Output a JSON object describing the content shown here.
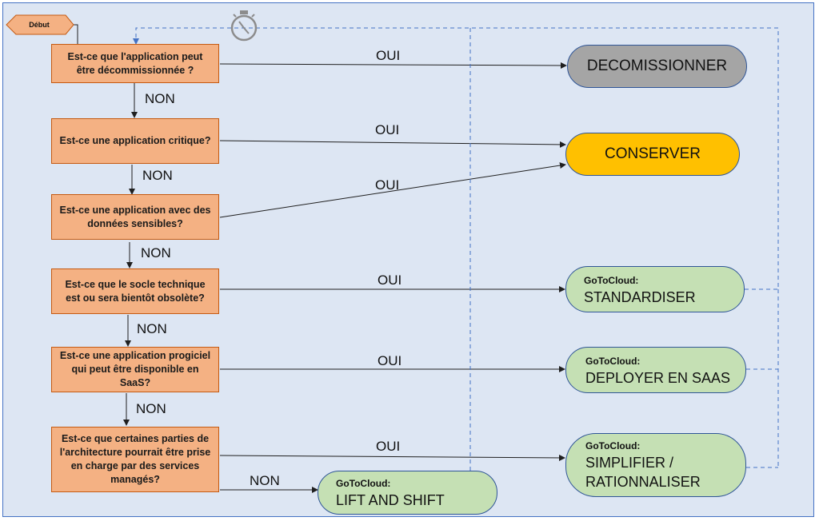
{
  "start": {
    "label": "Début"
  },
  "questions": [
    {
      "id": "q1",
      "text": "Est-ce que l'application peut être décommissionnée ?"
    },
    {
      "id": "q2",
      "text": "Est-ce une application critique?"
    },
    {
      "id": "q3",
      "text": "Est-ce une application avec des données sensibles?"
    },
    {
      "id": "q4",
      "text": "Est-ce que le socle technique est ou sera bientôt obsolète?"
    },
    {
      "id": "q5",
      "text": "Est-ce une application progiciel qui peut être disponible en SaaS?"
    },
    {
      "id": "q6",
      "text": "Est-ce que certaines parties de l'architecture pourrait être prise en charge par des services managés?"
    }
  ],
  "edge_labels": {
    "yes": "OUI",
    "no": "NON"
  },
  "outcomes": {
    "decommission": {
      "label": "DECOMISSIONNER",
      "color": "#a5a5a5"
    },
    "keep": {
      "label": "CONSERVER",
      "color": "#ffc000"
    },
    "standardize": {
      "prefix": "GoToCloud:",
      "label": "STANDARDISER",
      "color": "#c5e0b4"
    },
    "saas": {
      "prefix": "GoToCloud:",
      "label": "DEPLOYER EN SAAS",
      "color": "#c5e0b4"
    },
    "simplify": {
      "prefix": "GoToCloud:",
      "label_line1": "SIMPLIFIER /",
      "label_line2": "RATIONNALISER",
      "color": "#c5e0b4"
    },
    "lift_shift": {
      "prefix": "GoToCloud:",
      "label": "LIFT AND SHIFT",
      "color": "#c5e0b4"
    }
  },
  "icons": {
    "loop_marker": "stopwatch-icon"
  }
}
